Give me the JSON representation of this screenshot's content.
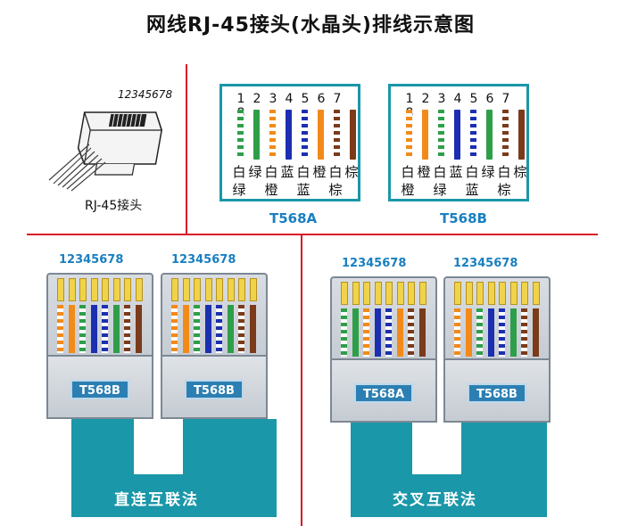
{
  "title": "网线RJ-45接头(水晶头)排线示意图",
  "plug_pin_numbers": "12345678",
  "rj45_label": "RJ-45接头",
  "standards": {
    "t568a": {
      "name": "T568A",
      "pins": [
        "1",
        "2",
        "3",
        "4",
        "5",
        "6",
        "7",
        "8"
      ],
      "row1": [
        "白",
        "绿",
        "白",
        "蓝",
        "白",
        "橙",
        "白",
        "棕"
      ],
      "row2": [
        "绿",
        "",
        "橙",
        "",
        "蓝",
        "",
        "棕",
        ""
      ],
      "wires": [
        "#2f9e49|w",
        "#2f9e49",
        "#f28a1a|w",
        "#1b2fb0",
        "#1b2fb0|w",
        "#f28a1a",
        "#7b3a1a|w",
        "#7b3a1a"
      ]
    },
    "t568b": {
      "name": "T568B",
      "pins": [
        "1",
        "2",
        "3",
        "4",
        "5",
        "6",
        "7",
        "8"
      ],
      "row1": [
        "白",
        "橙",
        "白",
        "蓝",
        "白",
        "绿",
        "白",
        "棕"
      ],
      "row2": [
        "橙",
        "",
        "绿",
        "",
        "蓝",
        "",
        "棕",
        ""
      ],
      "wires": [
        "#f28a1a|w",
        "#f28a1a",
        "#2f9e49|w",
        "#1b2fb0",
        "#1b2fb0|w",
        "#2f9e49",
        "#7b3a1a|w",
        "#7b3a1a"
      ]
    }
  },
  "connections": {
    "straight": {
      "left_tag": "T568B",
      "right_tag": "T568B",
      "label": "直连互联法"
    },
    "crossover": {
      "left_tag": "T568A",
      "right_tag": "T568B",
      "label": "交叉互联法"
    }
  },
  "colors": {
    "divider": "#d7192a",
    "frame": "#1a97a8",
    "tag": "#2c7fb2",
    "accent_text": "#1a7fc0"
  }
}
